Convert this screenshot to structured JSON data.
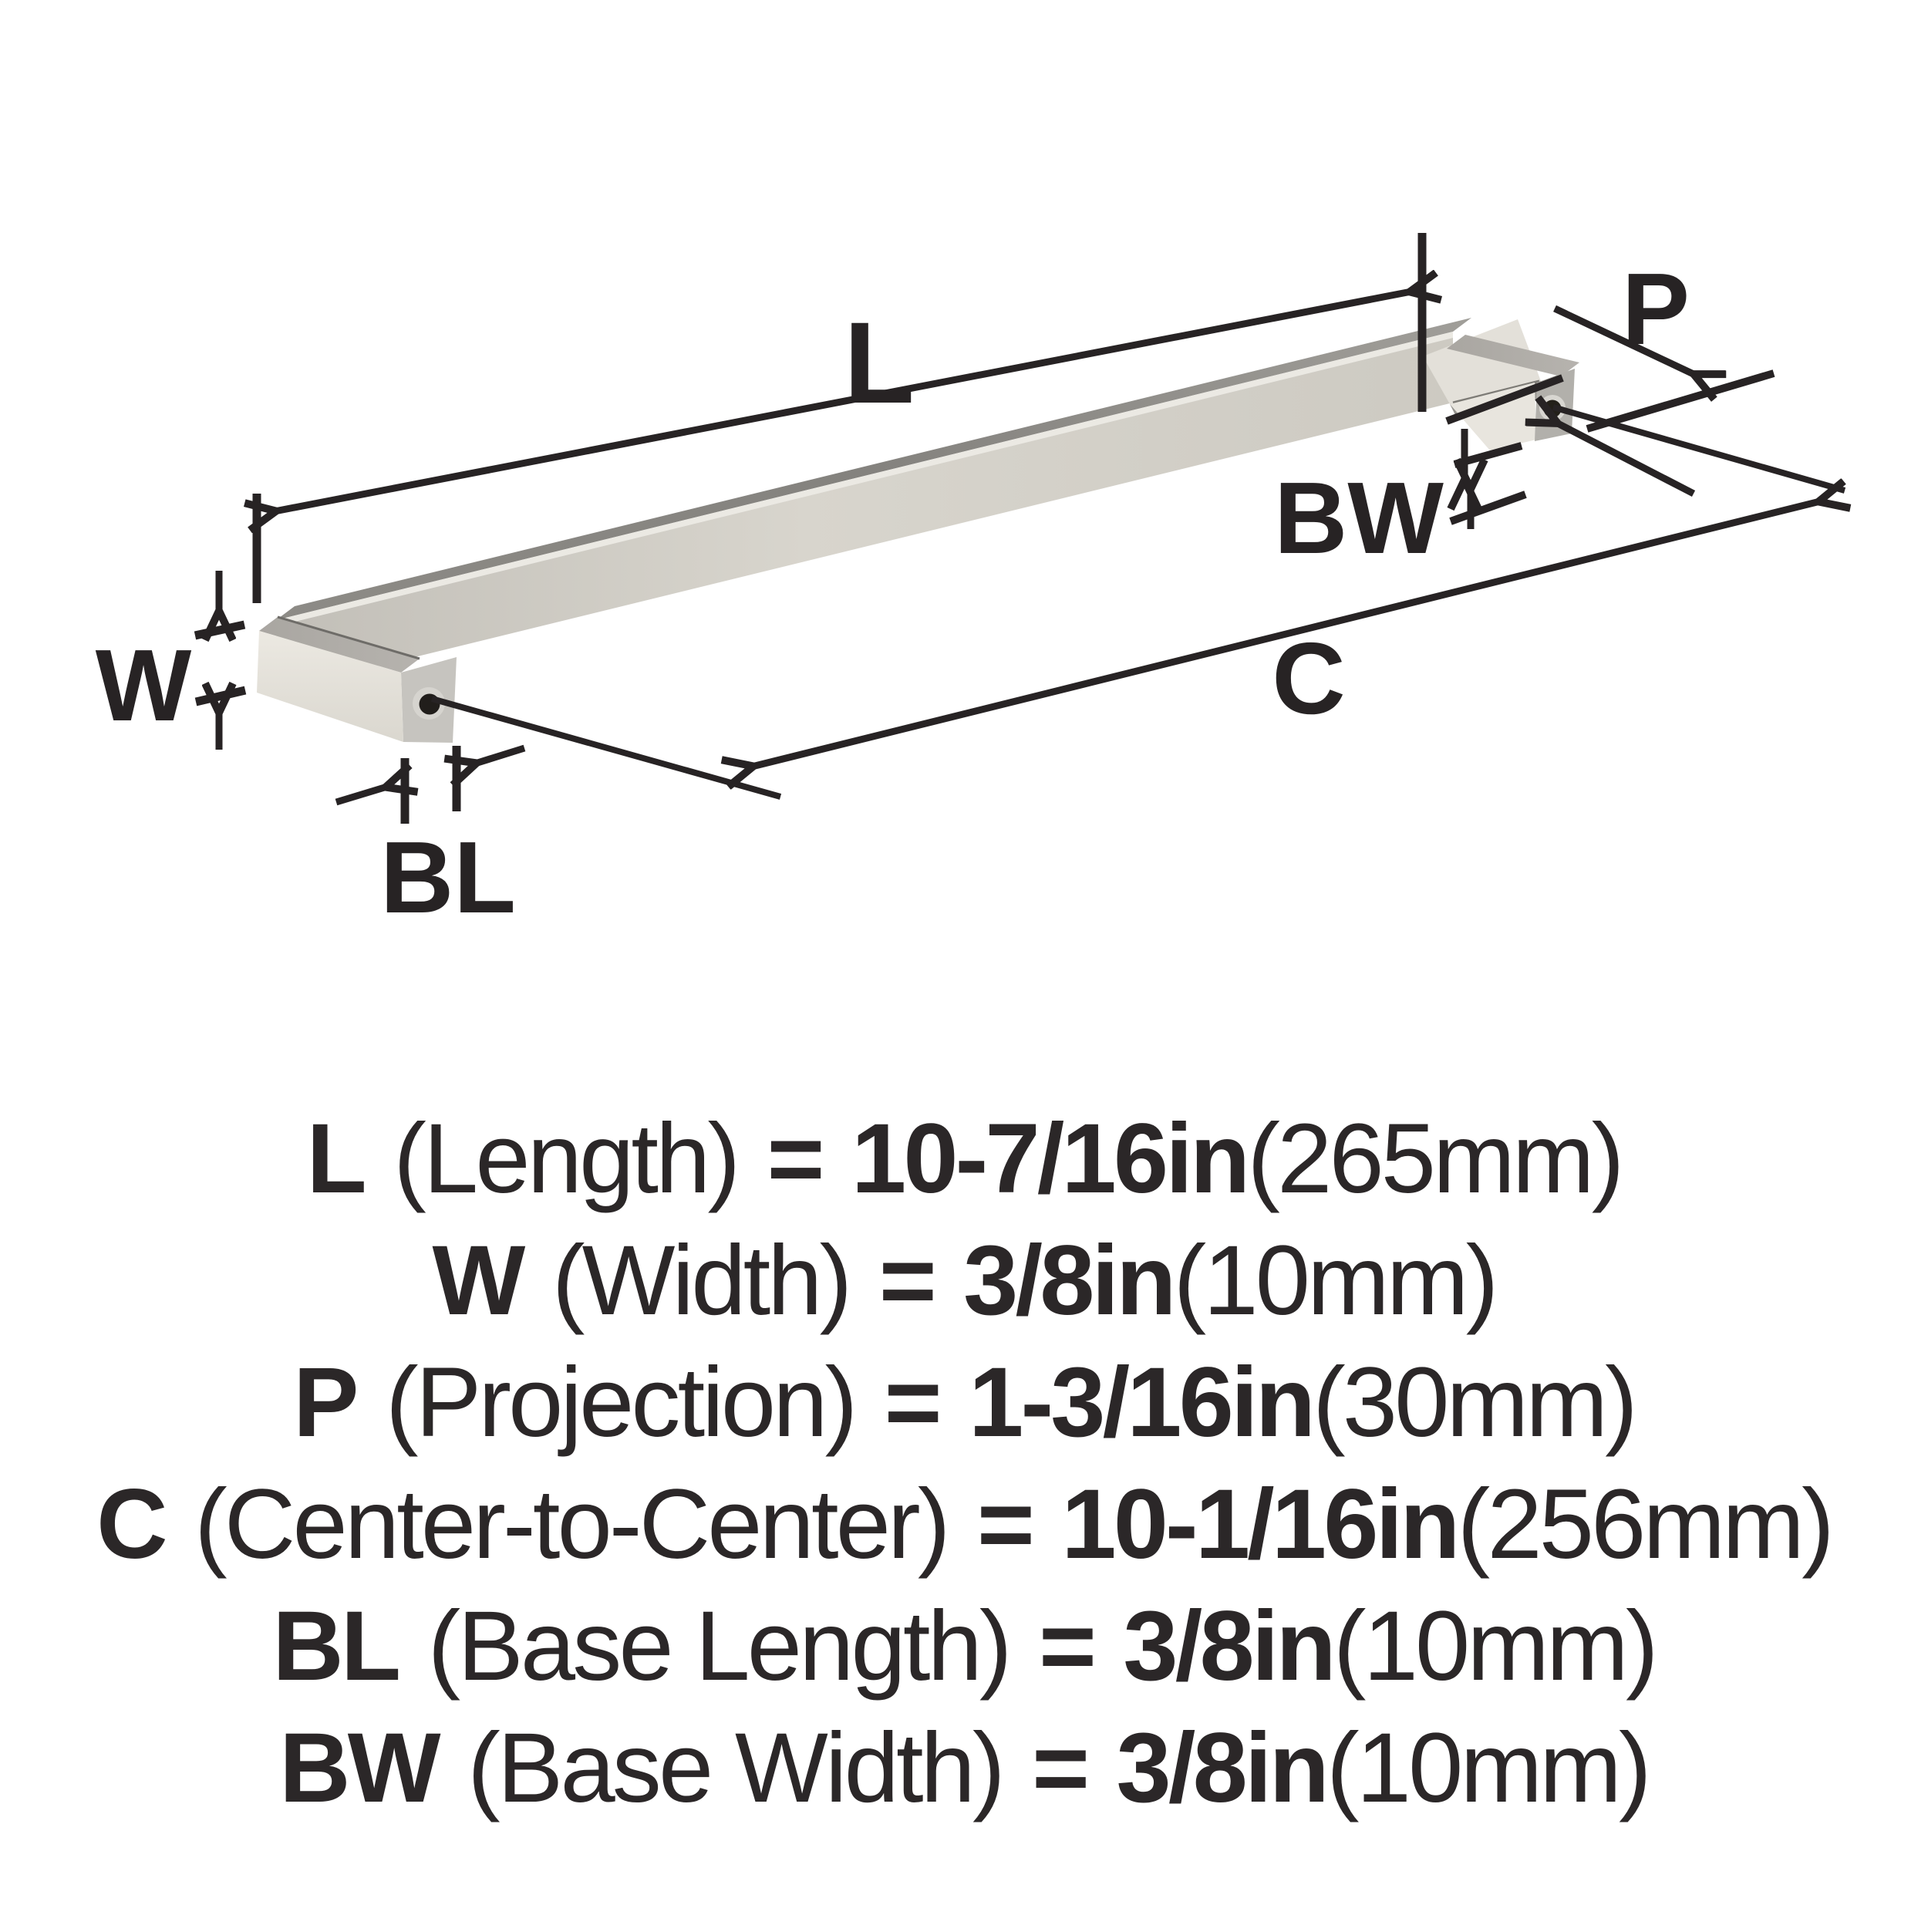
{
  "diagram": {
    "labels": {
      "length": "L",
      "width": "W",
      "projection": "P",
      "center_to_center": "C",
      "base_length": "BL",
      "base_width": "BW"
    },
    "colors": {
      "line": "#272324",
      "bar_top_dark": "#85837f",
      "bar_top_light": "#a3a19c",
      "bar_front_light": "#dbd8d0",
      "bar_front_mid": "#c6c3bc",
      "block_front": "#eae7e0",
      "block_end": "#c6c4bf",
      "foot_end": "#b2b0ab",
      "hole_dark": "#211e1b",
      "hole_ring": "#d6d4cf"
    }
  },
  "specs": [
    {
      "code": "L",
      "name": "(Length)",
      "eq": "=",
      "value": "10-7/16in",
      "metric": "(265mm)"
    },
    {
      "code": "W",
      "name": "(Width)",
      "eq": "=",
      "value": "3/8in",
      "metric": "(10mm)"
    },
    {
      "code": "P",
      "name": "(Projection)",
      "eq": "=",
      "value": "1-3/16in",
      "metric": "(30mm)"
    },
    {
      "code": "C",
      "name": "(Center-to-Center)",
      "eq": "=",
      "value": "10-1/16in",
      "metric": "(256mm)"
    },
    {
      "code": "BL",
      "name": "(Base Length)",
      "eq": "=",
      "value": "3/8in",
      "metric": "(10mm)"
    },
    {
      "code": "BW",
      "name": "(Base Width)",
      "eq": "=",
      "value": "3/8in",
      "metric": "(10mm)"
    }
  ]
}
